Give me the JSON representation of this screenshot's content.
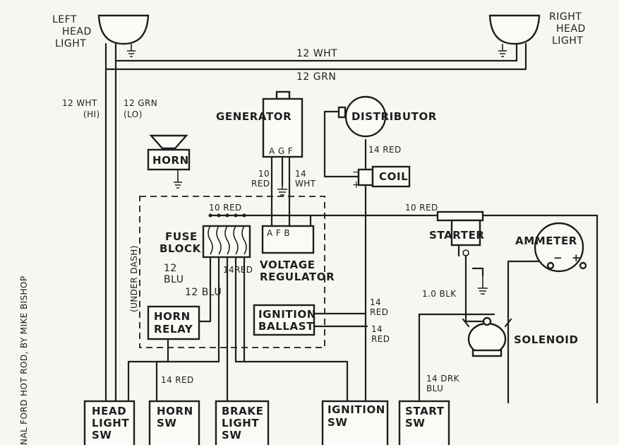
{
  "headlights": {
    "left": [
      "LEFT",
      "HEAD",
      "LIGHT"
    ],
    "right": [
      "RIGHT",
      "HEAD",
      "LIGHT"
    ]
  },
  "wires": {
    "wht_top": "12 WHT",
    "grn_top": "12 GRN",
    "wht_hi": [
      "12 WHT",
      "(HI)"
    ],
    "grn_lo": [
      "12 GRN",
      "(LO)"
    ],
    "gen_left": [
      "10",
      "RED"
    ],
    "gen_right": [
      "14",
      "WHT"
    ],
    "dist_red": "14 RED",
    "main_red": "10 RED",
    "fuse_red": "10 RED",
    "blu_a": [
      "12",
      "BLU"
    ],
    "blu_b": "12 BLU",
    "red_14_fuse": "14RED",
    "red_14_ign_a": [
      "14",
      "RED"
    ],
    "red_14_ign_b": [
      "14",
      "RED"
    ],
    "red_14_horn": "14 RED",
    "starter_blk": "1.0 BLK",
    "drk_blu": [
      "14 DRK",
      "BLU"
    ]
  },
  "components": {
    "generator": "GENERATOR",
    "generator_terms": "A G F",
    "distributor": "DISTRIBUTOR",
    "coil": "COIL",
    "coil_plus": "+",
    "coil_minus": "−",
    "horn": "HORN",
    "fuse_block": [
      "FUSE",
      "BLOCK"
    ],
    "under_dash": "(UNDER DASH)",
    "voltage_regulator": [
      "VOLTAGE",
      "REGULATOR"
    ],
    "regulator_terms": "A F B",
    "starter": "STARTER",
    "ammeter": "AMMETER",
    "ammeter_minus": "−",
    "ammeter_plus": "+",
    "horn_relay": [
      "HORN",
      "RELAY"
    ],
    "ignition_ballast": [
      "IGNITION",
      "BALLAST"
    ],
    "solenoid": "SOLENOID"
  },
  "switches": {
    "headlight": [
      "HEAD",
      "LIGHT",
      "SW"
    ],
    "horn": [
      "HORN",
      "SW"
    ],
    "brake": [
      "BRAKE",
      "LIGHT",
      "SW"
    ],
    "ignition": [
      "IGNITION",
      "SW"
    ],
    "start": [
      "START",
      "SW"
    ]
  },
  "credit": "NAL FORD HOT ROD, BY MIKE BISHOP"
}
